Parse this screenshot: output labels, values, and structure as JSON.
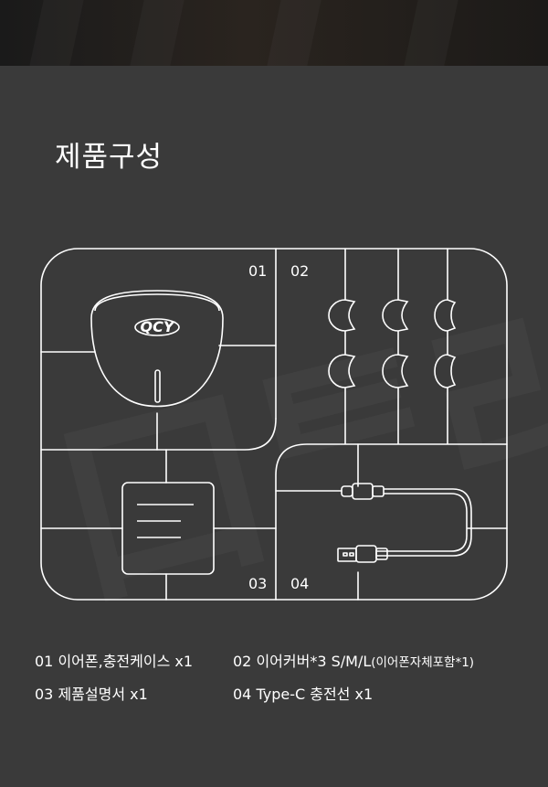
{
  "title": "제품구성",
  "parts": [
    {
      "number": "01",
      "caption": "01 이어폰,충전케이스 x1"
    },
    {
      "number": "02",
      "caption": "02 이어커버*3 S/M/L",
      "note": "(이어폰자체포함*1)"
    },
    {
      "number": "03",
      "caption": "03 제품설명서 x1"
    },
    {
      "number": "04",
      "caption": "04 Type-C 충전선 x1"
    }
  ],
  "case_logo": "QCY",
  "colors": {
    "background": "#3a3a3a",
    "line": "#ffffff",
    "text": "#ffffff"
  },
  "icons": [
    "charging-case-icon",
    "ear-tip-icon",
    "manual-icon",
    "usb-cable-icon"
  ]
}
